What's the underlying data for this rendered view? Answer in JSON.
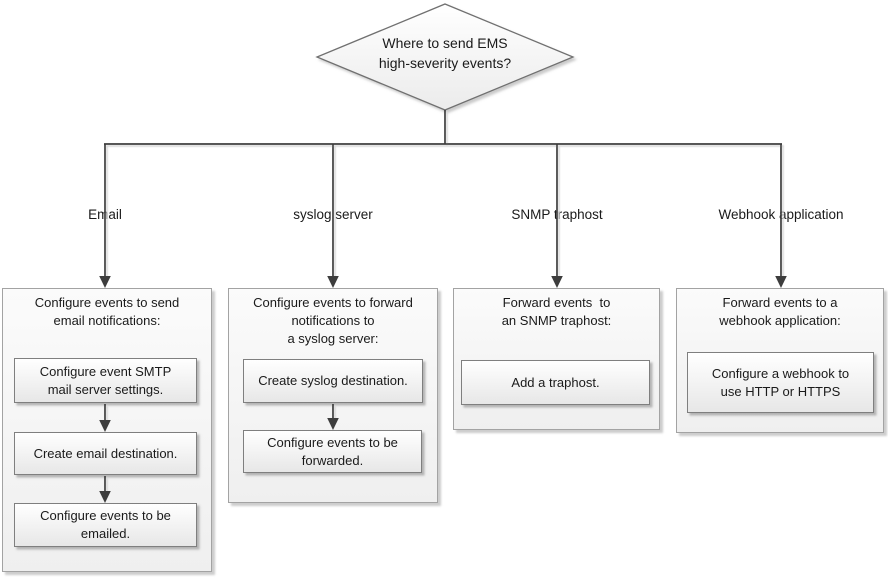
{
  "diamond": {
    "text": "Where to send EMS\nhigh-severity events?"
  },
  "branches": [
    {
      "label": "Email"
    },
    {
      "label": "syslog server"
    },
    {
      "label": "SNMP traphost"
    },
    {
      "label": "Webhook application"
    }
  ],
  "columns": [
    {
      "header": "Configure events to send\nemail notifications:",
      "steps": [
        "Configure event SMTP\nmail server settings.",
        "Create email destination.",
        "Configure events to be\nemailed."
      ]
    },
    {
      "header": "Configure events to forward\nnotifications to\na syslog server:",
      "steps": [
        "Create syslog destination.",
        "Configure events to be\nforwarded."
      ]
    },
    {
      "header": "Forward events  to\nan SNMP traphost:",
      "steps": [
        "Add a traphost."
      ]
    },
    {
      "header": "Forward events to a\nwebhook application:",
      "steps": [
        "Configure a webhook to\nuse HTTP or HTTPS"
      ]
    }
  ],
  "colors": {
    "connector_line": "#3d3d3d",
    "outer_box_border": "#a3a3a3",
    "sub_box_border": "#7f7f7f",
    "diamond_border": "#707070",
    "box_fill_top": "#ffffff",
    "box_fill_bottom": "#e7e7e7",
    "text": "#1a1a1a"
  }
}
